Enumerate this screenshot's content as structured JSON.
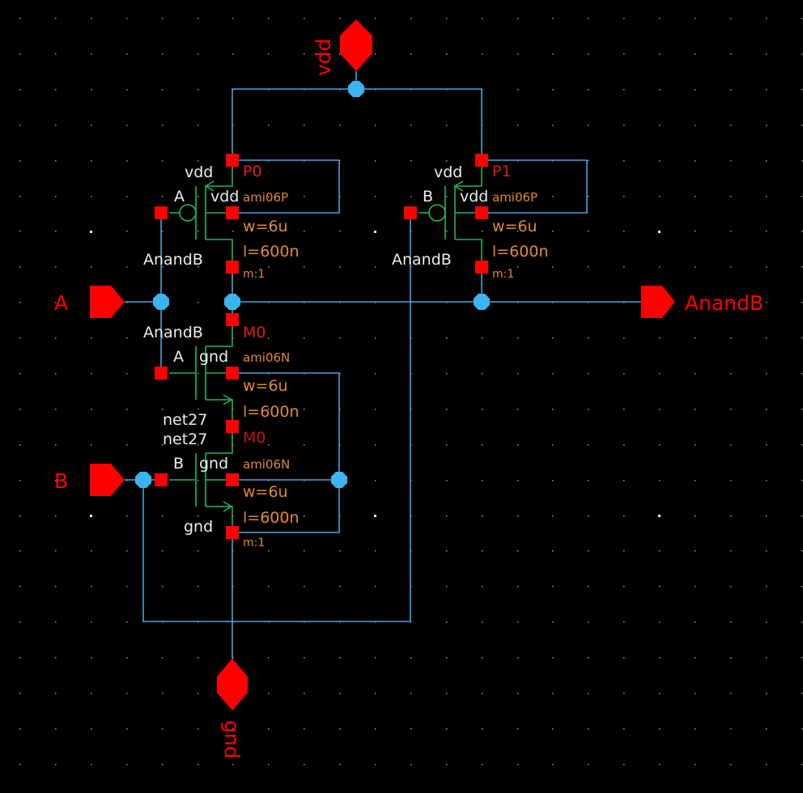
{
  "view": {
    "title": "NAND2 schematic",
    "background": "#000000",
    "colors": {
      "wire": "#4aa3d8",
      "device": "#22b45a",
      "pin": "#ff0000",
      "junction": "#3cb4f0",
      "wire_label": "#ececec",
      "instance_name": "#e01818",
      "parameter": "#e08a30"
    }
  },
  "pins": {
    "vdd": {
      "name": "vdd",
      "direction": "inout"
    },
    "gnd": {
      "name": "gnd",
      "direction": "inout"
    },
    "A": {
      "name": "A",
      "direction": "input"
    },
    "B": {
      "name": "B",
      "direction": "input"
    },
    "out": {
      "name": "AnandB",
      "direction": "output"
    }
  },
  "devices": {
    "P0": {
      "name": "P0",
      "cell": "ami06P",
      "w": "w=6u",
      "l": "l=600n",
      "m": "m:1",
      "gate_net": "A",
      "source_net": "vdd",
      "bulk_net": "vdd",
      "drain_net": "AnandB"
    },
    "P1": {
      "name": "P1",
      "cell": "ami06P",
      "w": "w=6u",
      "l": "l=600n",
      "m": "m:1",
      "gate_net": "B",
      "source_net": "vdd",
      "bulk_net": "vdd",
      "drain_net": "AnandB"
    },
    "N0": {
      "name": "M0",
      "cell": "ami06N",
      "w": "w=6u",
      "l": "l=600n",
      "m": "",
      "gate_net": "A",
      "drain_net": "AnandB",
      "bulk_net": "gnd",
      "source_net": "net27"
    },
    "N1": {
      "name": "M0",
      "cell": "ami06N",
      "w": "w=6u",
      "l": "l=600n",
      "m": "m:1",
      "gate_net": "B",
      "drain_net": "net27",
      "bulk_net": "gnd",
      "source_net": "gnd"
    }
  }
}
